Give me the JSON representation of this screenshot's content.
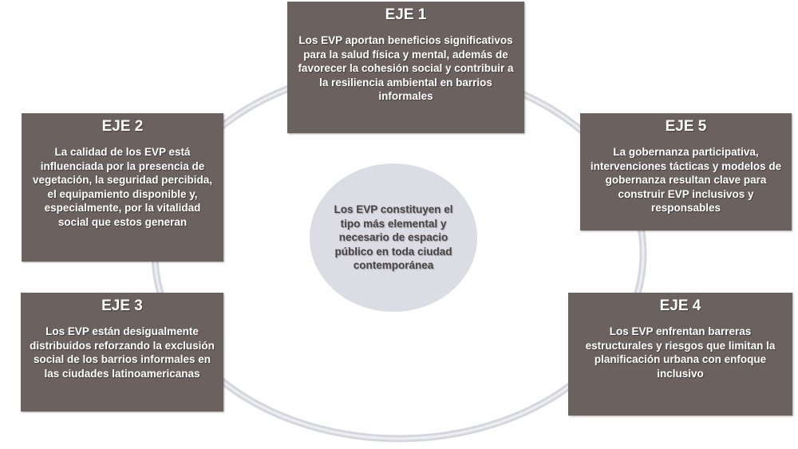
{
  "center": {
    "text": "Los EVP constituyen el tipo más elemental y necesario de espacio público en toda ciudad contemporánea"
  },
  "axes": [
    {
      "title": "EJE 1",
      "text": "Los EVP aportan beneficios significativos para la salud física y mental, además de favorecer la cohesión social y contribuir a la resiliencia ambiental en barrios informales"
    },
    {
      "title": "EJE 2",
      "text": "La calidad de los EVP está influenciada por la presencia de vegetación, la seguridad percibida, el equipamiento disponible y, especialmente, por la vitalidad social que estos generan"
    },
    {
      "title": "EJE 3",
      "text": "Los EVP están desigualmente distribuidos reforzando la exclusión social de los barrios informales en las ciudades latinoamericanas"
    },
    {
      "title": "EJE 4",
      "text": "Los EVP enfrentan barreras estructurales y riesgos que limitan la planificación urbana con enfoque inclusivo"
    },
    {
      "title": "EJE 5",
      "text": "La gobernanza participativa, intervenciones tácticas y modelos de gobernanza resultan clave para construir EVP inclusivos y responsables"
    }
  ],
  "colors": {
    "box": "#6b625f",
    "center": "#dcdce4",
    "ring": "#d6d6de"
  }
}
